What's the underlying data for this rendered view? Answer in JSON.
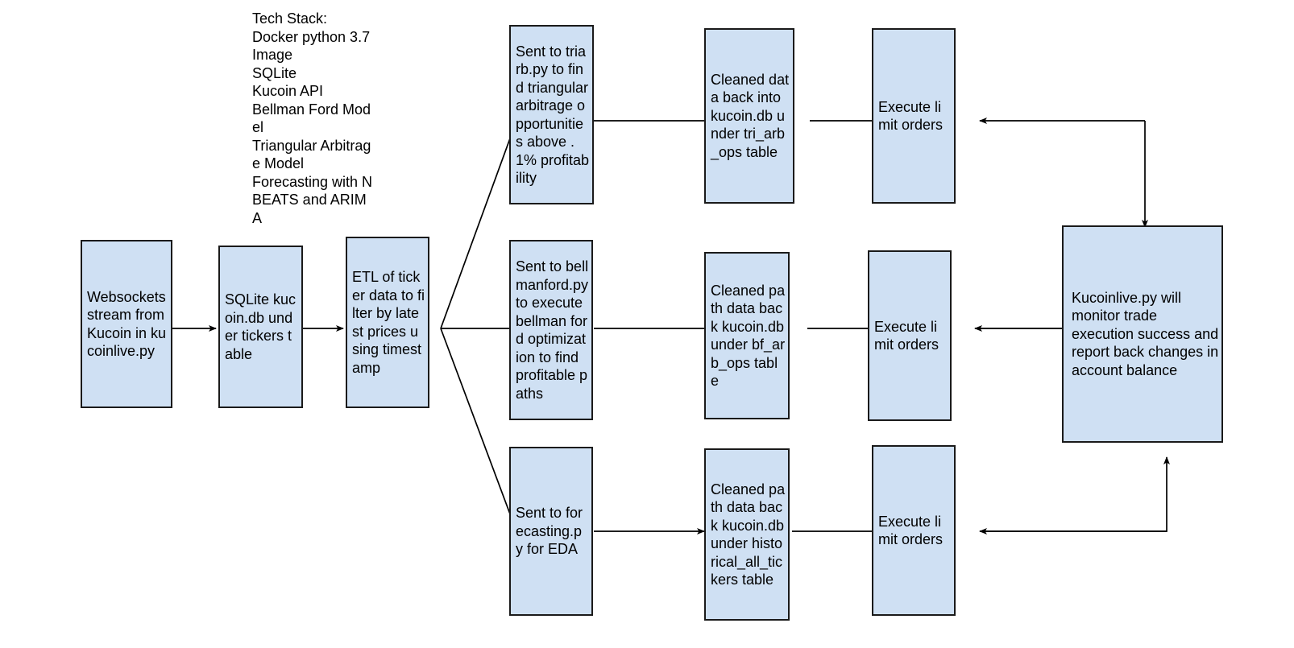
{
  "diagram": {
    "title": "Kucoin Trading Data Pipeline Flowchart",
    "box_fill": "#cfe0f3",
    "box_border": "#1a1a1a",
    "text_color": "#000000",
    "background": "#ffffff"
  },
  "notes": {
    "tech_stack": "Tech Stack:\nDocker python 3.7 Image\nSQLite\nKucoin API\nBellman Ford Model\nTriangular Arbitrage Model\nForecasting with NBEATS and ARIMA"
  },
  "nodes": {
    "websockets": "Websockets stream from Kucoin in kucoinlive.py",
    "sqlite_tickers": "SQLite kucoin.db under tickers table",
    "etl": "ETL of ticker data to filter by latest prices using timestamp",
    "triarb": "Sent to triarb.py to find triangular arbitrage opportunities above .1% profitability",
    "tri_arb_store": "Cleaned data back into kucoin.db under tri_arb_ops table",
    "execute_top": "Execute limit orders",
    "bellmanford": "Sent to bellmanford.py to execute bellman ford optimization to find profitable paths",
    "bf_arb_store": "Cleaned path data back kucoin.db under bf_arb_ops table",
    "execute_mid": "Execute limit orders",
    "forecasting": "Sent to forecasting.py for EDA",
    "historical_store": "Cleaned path data back kucoin.db under historical_all_tickers table",
    "execute_bottom": "Execute limit orders",
    "monitor": "Kucoinlive.py will monitor trade execution success and report back changes in account balance"
  },
  "edges": [
    {
      "name": "websockets-to-sqlite",
      "from": "websockets",
      "to": "sqlite_tickers"
    },
    {
      "name": "sqlite-to-etl",
      "from": "sqlite_tickers",
      "to": "etl"
    },
    {
      "name": "etl-to-triarb",
      "from": "etl",
      "to": "triarb"
    },
    {
      "name": "etl-to-bellmanford",
      "from": "etl",
      "to": "bellmanford"
    },
    {
      "name": "etl-to-forecasting",
      "from": "etl",
      "to": "forecasting"
    },
    {
      "name": "triarb-to-store",
      "from": "triarb",
      "to": "tri_arb_store"
    },
    {
      "name": "tri-store-to-execute",
      "from": "tri_arb_store",
      "to": "execute_top"
    },
    {
      "name": "bellmanford-to-store",
      "from": "bellmanford",
      "to": "bf_arb_store"
    },
    {
      "name": "bf-store-to-execute",
      "from": "bf_arb_store",
      "to": "execute_mid"
    },
    {
      "name": "forecasting-to-store",
      "from": "forecasting",
      "to": "historical_store"
    },
    {
      "name": "hist-store-to-execute",
      "from": "historical_store",
      "to": "execute_bottom"
    },
    {
      "name": "monitor-to-execute-top",
      "from": "monitor",
      "to": "execute_top"
    },
    {
      "name": "execute-mid-to-monitor",
      "from": "execute_mid",
      "to": "monitor"
    },
    {
      "name": "execute-bottom-to-monitor",
      "from": "execute_bottom",
      "to": "monitor"
    }
  ]
}
